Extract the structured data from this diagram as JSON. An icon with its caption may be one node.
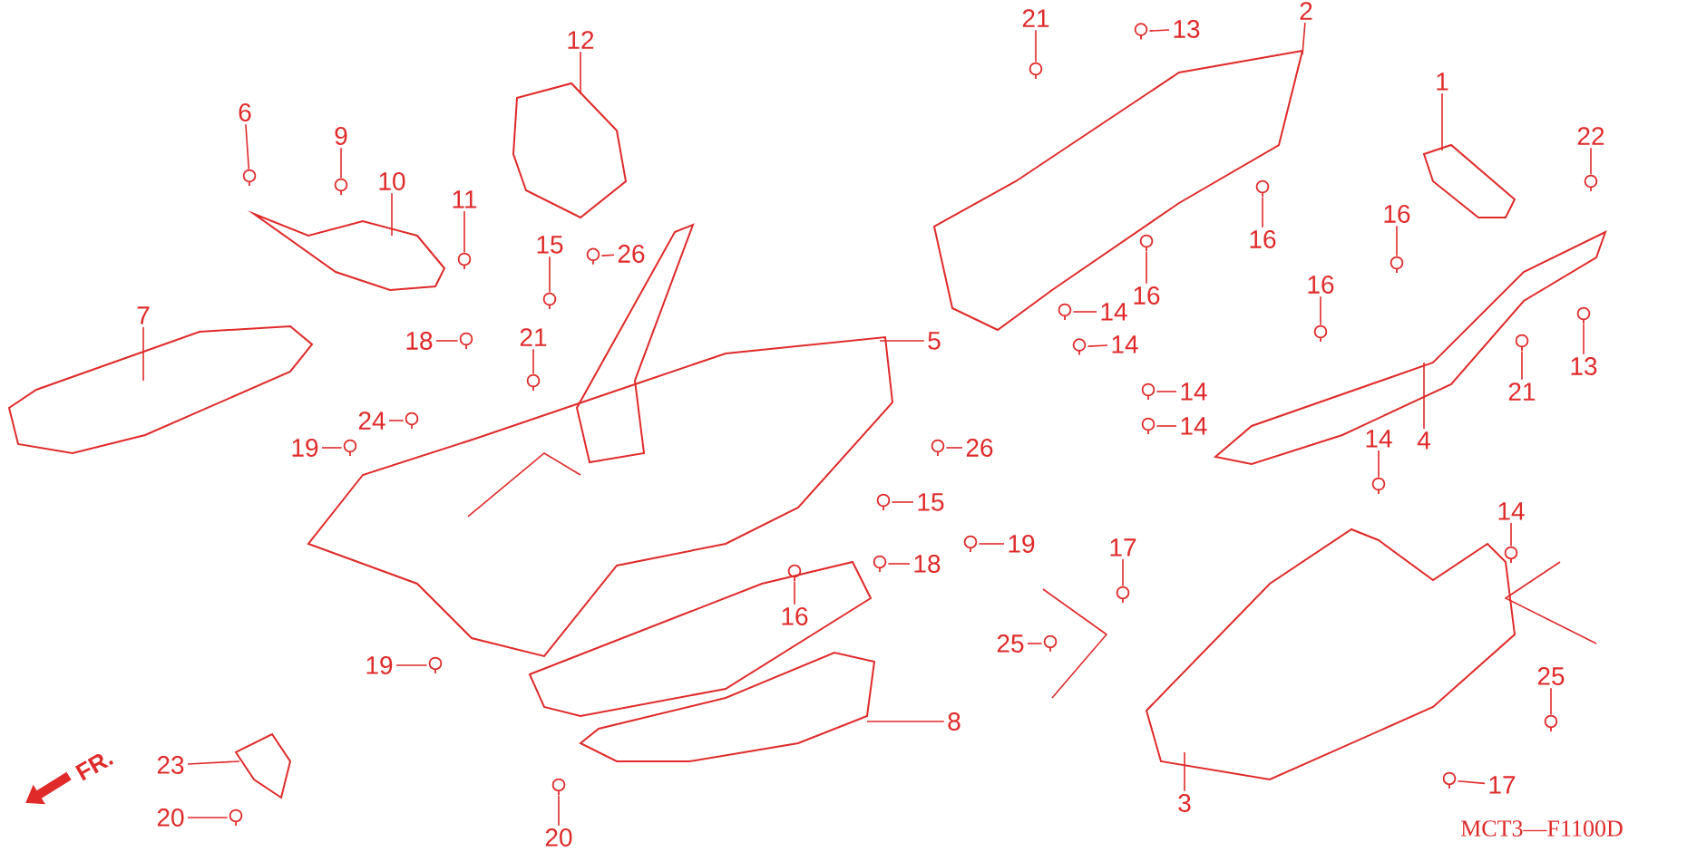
{
  "diagram": {
    "nodes": [
      {
        "text": [
          "6"
        ]
      },
      {
        "text": [
          "9"
        ]
      },
      {
        "text": [
          "10"
        ]
      },
      {
        "text": [
          "11"
        ]
      },
      {
        "text": [
          "12"
        ]
      },
      {
        "text": [
          "15"
        ]
      },
      {
        "text": [
          "26"
        ]
      },
      {
        "text": [
          "18"
        ]
      },
      {
        "text": [
          "21"
        ]
      },
      {
        "text": [
          "7"
        ]
      },
      {
        "text": [
          "24"
        ]
      },
      {
        "text": [
          "19"
        ]
      },
      {
        "text": [
          "5"
        ]
      },
      {
        "text": [
          "26"
        ]
      },
      {
        "text": [
          "15"
        ]
      },
      {
        "text": [
          "19"
        ]
      },
      {
        "text": [
          "18"
        ]
      },
      {
        "text": [
          "16"
        ]
      },
      {
        "text": [
          "19"
        ]
      },
      {
        "text": [
          "23"
        ]
      },
      {
        "text": [
          "20"
        ]
      },
      {
        "text": [
          "20"
        ]
      },
      {
        "text": [
          "8"
        ]
      },
      {
        "text": [
          "21"
        ]
      },
      {
        "text": [
          "13"
        ]
      },
      {
        "text": [
          "2"
        ]
      },
      {
        "text": [
          "1"
        ]
      },
      {
        "text": [
          "22"
        ]
      },
      {
        "text": [
          "16"
        ]
      },
      {
        "text": [
          "16"
        ]
      },
      {
        "text": [
          "16"
        ]
      },
      {
        "text": [
          "16"
        ]
      },
      {
        "text": [
          "14"
        ]
      },
      {
        "text": [
          "14"
        ]
      },
      {
        "text": [
          "13"
        ]
      },
      {
        "text": [
          "21"
        ]
      },
      {
        "text": [
          "4"
        ]
      },
      {
        "text": [
          "14"
        ]
      },
      {
        "text": [
          "14"
        ]
      },
      {
        "text": [
          "14"
        ]
      },
      {
        "text": [
          "17"
        ]
      },
      {
        "text": [
          "25"
        ]
      },
      {
        "text": [
          "14"
        ]
      },
      {
        "text": [
          "25"
        ]
      },
      {
        "text": [
          "3"
        ]
      },
      {
        "text": [
          "17"
        ]
      },
      {
        "text": [],
        "shape": "picture"
      },
      {
        "text": [],
        "shape": "picture"
      },
      {
        "text": [],
        "shape": "picture"
      },
      {
        "text": [],
        "shape": "picture"
      },
      {
        "text": [],
        "shape": "picture"
      },
      {
        "text": [],
        "shape": "picture"
      },
      {
        "text": [],
        "shape": "picture"
      },
      {
        "text": [],
        "shape": "picture"
      },
      {
        "text": [],
        "shape": "picture"
      },
      {
        "text": [],
        "shape": "picture"
      },
      {
        "text": [],
        "shape": "picture"
      },
      {
        "text": [],
        "shape": "picture"
      },
      {
        "text": [],
        "shape": "picture"
      },
      {
        "text": [],
        "shape": "picture"
      },
      {
        "text": [],
        "shape": "picture"
      },
      {
        "text": [],
        "shape": "picture"
      },
      {
        "text": [],
        "shape": "picture"
      },
      {
        "text": [],
        "shape": "picture"
      },
      {
        "text": [],
        "shape": "picture"
      },
      {
        "text": [],
        "shape": "picture"
      },
      {
        "text": [],
        "shape": "picture"
      },
      {
        "text": [],
        "shape": "picture"
      },
      {
        "text": [],
        "shape": "picture"
      },
      {
        "text": [],
        "shape": "picture"
      },
      {
        "text": [],
        "shape": "picture"
      },
      {
        "text": [],
        "shape": "picture"
      },
      {
        "text": [],
        "shape": "picture"
      },
      {
        "text": [],
        "shape": "picture"
      },
      {
        "text": [],
        "shape": "picture"
      },
      {
        "text": [],
        "shape": "picture"
      },
      {
        "text": [],
        "shape": "picture"
      },
      {
        "text": [],
        "shape": "picture"
      },
      {
        "text": [],
        "shape": "picture"
      },
      {
        "text": [],
        "shape": "picture"
      },
      {
        "text": [],
        "shape": "picture"
      },
      {
        "text": [],
        "shape": "picture"
      },
      {
        "text": [],
        "shape": "picture"
      },
      {
        "text": [],
        "shape": "picture"
      },
      {
        "text": [],
        "shape": "picture"
      },
      {
        "text": [],
        "shape": "picture"
      },
      {
        "text": [],
        "shape": "picture"
      },
      {
        "text": [],
        "shape": "picture"
      },
      {
        "text": [],
        "shape": "picture"
      },
      {
        "text": [],
        "shape": "picture"
      },
      {
        "text": [],
        "shape": "picture"
      },
      {
        "text": [],
        "shape": "picture"
      }
    ],
    "edges": [
      {
        "from": 0,
        "to": 56,
        "arrow": "none"
      },
      {
        "from": 1,
        "to": 57,
        "arrow": "none"
      },
      {
        "from": 2,
        "to": 47,
        "arrow": "none"
      },
      {
        "from": 3,
        "to": 58,
        "arrow": "none"
      },
      {
        "from": 4,
        "to": 48,
        "arrow": "none"
      },
      {
        "from": 5,
        "to": 59,
        "arrow": "none"
      },
      {
        "from": 6,
        "to": 60,
        "arrow": "none"
      },
      {
        "from": 7,
        "to": 61,
        "arrow": "none"
      },
      {
        "from": 8,
        "to": 62,
        "arrow": "none"
      },
      {
        "from": 9,
        "to": 46,
        "arrow": "none"
      },
      {
        "from": 10,
        "to": 63,
        "arrow": "none"
      },
      {
        "from": 11,
        "to": 64,
        "arrow": "none"
      },
      {
        "from": 12,
        "to": 49,
        "arrow": "none"
      },
      {
        "from": 13,
        "to": 65,
        "arrow": "none"
      },
      {
        "from": 14,
        "to": 66,
        "arrow": "none"
      },
      {
        "from": 15,
        "to": 67,
        "arrow": "none"
      },
      {
        "from": 16,
        "to": 68,
        "arrow": "none"
      },
      {
        "from": 17,
        "to": 69,
        "arrow": "none"
      },
      {
        "from": 18,
        "to": 70,
        "arrow": "none"
      },
      {
        "from": 19,
        "to": 51,
        "arrow": "none"
      },
      {
        "from": 20,
        "to": 71,
        "arrow": "none"
      },
      {
        "from": 21,
        "to": 72,
        "arrow": "none"
      },
      {
        "from": 22,
        "to": 50,
        "arrow": "none"
      },
      {
        "from": 23,
        "to": 73,
        "arrow": "none"
      },
      {
        "from": 24,
        "to": 74,
        "arrow": "none"
      },
      {
        "from": 25,
        "to": 52,
        "arrow": "none"
      },
      {
        "from": 26,
        "to": 53,
        "arrow": "none"
      },
      {
        "from": 27,
        "to": 75,
        "arrow": "none"
      },
      {
        "from": 28,
        "to": 76,
        "arrow": "none"
      },
      {
        "from": 29,
        "to": 77,
        "arrow": "none"
      },
      {
        "from": 30,
        "to": 78,
        "arrow": "none"
      },
      {
        "from": 31,
        "to": 79,
        "arrow": "none"
      },
      {
        "from": 32,
        "to": 80,
        "arrow": "none"
      },
      {
        "from": 33,
        "to": 81,
        "arrow": "none"
      },
      {
        "from": 34,
        "to": 82,
        "arrow": "none"
      },
      {
        "from": 35,
        "to": 83,
        "arrow": "none"
      },
      {
        "from": 36,
        "to": 54,
        "arrow": "none"
      },
      {
        "from": 37,
        "to": 84,
        "arrow": "none"
      },
      {
        "from": 38,
        "to": 85,
        "arrow": "none"
      },
      {
        "from": 39,
        "to": 86,
        "arrow": "none"
      },
      {
        "from": 40,
        "to": 87,
        "arrow": "none"
      },
      {
        "from": 41,
        "to": 88,
        "arrow": "none"
      },
      {
        "from": 42,
        "to": 89,
        "arrow": "none"
      },
      {
        "from": 43,
        "to": 90,
        "arrow": "none"
      },
      {
        "from": 44,
        "to": 55,
        "arrow": "none"
      },
      {
        "from": 45,
        "to": 91,
        "arrow": "none"
      }
    ],
    "labels": [
      "FR.",
      "MCT3—F1100D"
    ]
  }
}
